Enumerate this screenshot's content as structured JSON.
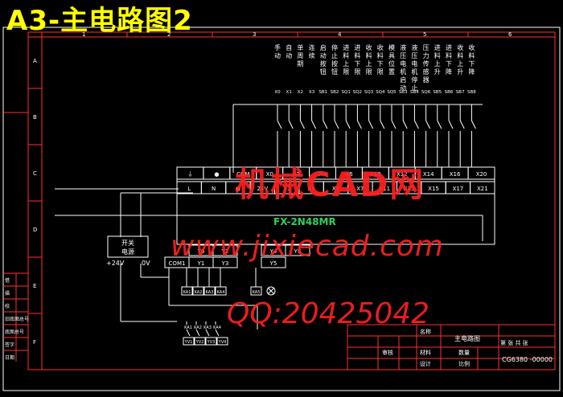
{
  "title": "A3-主电路图2",
  "columns": [
    "1",
    "2",
    "3",
    "4",
    "5",
    "6"
  ],
  "rows": [
    "A",
    "B",
    "C",
    "D",
    "E",
    "F"
  ],
  "inputs": [
    {
      "label": "手动",
      "addr": "X0"
    },
    {
      "label": "自动",
      "addr": "X1"
    },
    {
      "label": "单周期",
      "addr": "X2"
    },
    {
      "label": "连续",
      "addr": "X3"
    },
    {
      "label": "启动按钮",
      "addr": "SB1"
    },
    {
      "label": "停止按钮",
      "addr": "SB2"
    },
    {
      "label": "进料上限",
      "addr": "SQ1"
    },
    {
      "label": "进料下限",
      "addr": "SQ2"
    },
    {
      "label": "收料上限",
      "addr": "SQ3"
    },
    {
      "label": "收料下限",
      "addr": "SQ4"
    },
    {
      "label": "模具位置",
      "addr": "SQ5"
    },
    {
      "label": "液压电机启动",
      "addr": "SB3"
    },
    {
      "label": "液压电机停止",
      "addr": "SB4"
    },
    {
      "label": "压力传感器",
      "addr": "SQ6"
    },
    {
      "label": "进料上升",
      "addr": "SB5"
    },
    {
      "label": "进料下降",
      "addr": "SB6"
    },
    {
      "label": "收料上升",
      "addr": "SB7"
    },
    {
      "label": "收料下降",
      "addr": "SB8"
    }
  ],
  "plc": {
    "model": "FX-2N48MR",
    "top_row": [
      "⏚",
      "●",
      "COM",
      "X0",
      "X2",
      "X4",
      "X6",
      "X10",
      "X12",
      "X14",
      "X16",
      "X20"
    ],
    "second_row": [
      "L",
      "N",
      "●",
      "24V",
      "X1",
      "X3",
      "X5",
      "X7",
      "X11",
      "X13",
      "X15",
      "X17",
      "X21"
    ],
    "out_row1": [
      "Y0",
      "Y2",
      "Y4",
      "Y6"
    ],
    "out_row2": [
      "COM1",
      "Y1",
      "Y3",
      "Y5"
    ]
  },
  "power_supply": {
    "line1": "开关",
    "line2": "电源",
    "v_pos": "+24V",
    "v_neg": "0V"
  },
  "coils": [
    "KA1",
    "KA2",
    "KA3",
    "KA4",
    "KA5"
  ],
  "contacts": [
    "KA1",
    "KA2",
    "KA3",
    "KA4"
  ],
  "motor_labels": [
    "YV1",
    "YV2",
    "YV3",
    "YV4"
  ],
  "title_block": {
    "name_label": "名称",
    "drawing_name": "主电路图",
    "material": "材料",
    "scale_label": "比例",
    "quantity_label": "数量",
    "drawing_no": "CG6380 -00000",
    "sheet_info": "第  张  共  张",
    "design": "设计",
    "check": "审核"
  },
  "side_labels": [
    "借",
    "描",
    "校",
    "旧底图总号",
    "底图总号",
    "签字",
    "日期"
  ],
  "watermarks": {
    "cn": "机械CAD网",
    "url": "www.jixiecad.com",
    "qq": "QQ:20425042"
  }
}
